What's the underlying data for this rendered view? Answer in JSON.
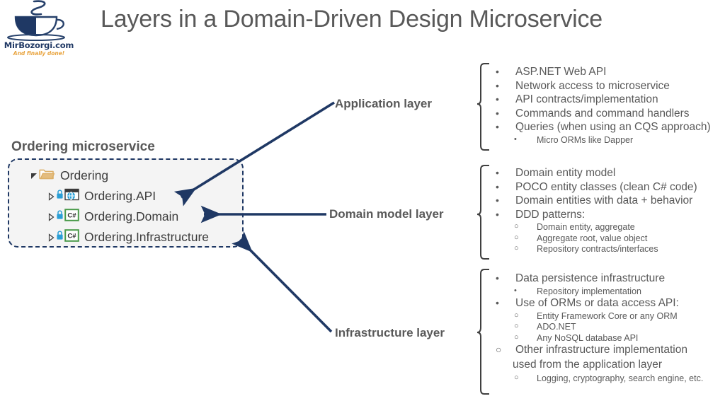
{
  "logo": {
    "icon": "coffee-cup-icon",
    "brand": "MirBozorgi.com",
    "tagline": "And finally done!"
  },
  "title": "Layers in a Domain-Driven Design Microservice",
  "explorer": {
    "heading": "Ordering microservice",
    "root": {
      "twisty": "expanded-triangle-icon",
      "icon": "folder-icon",
      "label": "Ordering"
    },
    "children": [
      {
        "twisty": "collapsed-triangle-icon",
        "lock": "lock-icon",
        "icon": "web-api-project-icon",
        "label": "Ordering.API"
      },
      {
        "twisty": "collapsed-triangle-icon",
        "lock": "lock-icon",
        "icon": "csharp-project-icon",
        "label": "Ordering.Domain"
      },
      {
        "twisty": "collapsed-triangle-icon",
        "lock": "lock-icon",
        "icon": "csharp-project-icon",
        "label": "Ordering.Infrastructure"
      }
    ]
  },
  "layers": [
    {
      "key": "application",
      "label": "Application layer"
    },
    {
      "key": "domain",
      "label": "Domain model layer"
    },
    {
      "key": "infrastructure",
      "label": "Infrastructure layer"
    }
  ],
  "blocks": {
    "application": {
      "items": [
        {
          "level": 1,
          "marker": "•",
          "text": "ASP.NET Web API"
        },
        {
          "level": 1,
          "marker": "•",
          "text": "Network access to microservice"
        },
        {
          "level": 1,
          "marker": "•",
          "text": "API contracts/implementation"
        },
        {
          "level": 1,
          "marker": "•",
          "text": "Commands and command handlers"
        },
        {
          "level": 1,
          "marker": "•",
          "text": "Queries (when using an CQS approach)"
        },
        {
          "level": 2,
          "marker": "•",
          "text": "Micro ORMs like Dapper"
        }
      ]
    },
    "domain": {
      "items": [
        {
          "level": 1,
          "marker": "•",
          "text": "Domain entity model"
        },
        {
          "level": 1,
          "marker": "•",
          "text": "POCO entity classes (clean C# code)"
        },
        {
          "level": 1,
          "marker": "•",
          "text": "Domain entities with data + behavior"
        },
        {
          "level": 1,
          "marker": "•",
          "text": "DDD patterns:"
        },
        {
          "level": 2,
          "marker": "○",
          "text": "Domain entity, aggregate"
        },
        {
          "level": 2,
          "marker": "○",
          "text": "Aggregate root, value object"
        },
        {
          "level": 2,
          "marker": "○",
          "text": "Repository contracts/interfaces"
        }
      ]
    },
    "infrastructure": {
      "items": [
        {
          "level": 1,
          "marker": "•",
          "text": "Data persistence infrastructure"
        },
        {
          "level": 2,
          "marker": "•",
          "text": "Repository implementation"
        },
        {
          "level": 1,
          "marker": "•",
          "text": "Use of ORMs or data access API:"
        },
        {
          "level": 2,
          "marker": "○",
          "text": "Entity Framework Core or any ORM"
        },
        {
          "level": 2,
          "marker": "○",
          "text": "ADO.NET"
        },
        {
          "level": 2,
          "marker": "○",
          "text": "Any NoSQL database API"
        },
        {
          "level": 1,
          "marker": "○",
          "text": "Other infrastructure implementation"
        },
        {
          "level": 0,
          "marker": "",
          "text": "used from the application layer"
        },
        {
          "level": 2,
          "marker": "○",
          "text": "Logging, cryptography, search engine, etc."
        }
      ]
    }
  },
  "colors": {
    "arrow": "#1f3864",
    "dashed_border": "#1f3864",
    "panel_background": "#f4f4f4",
    "brace": "#3f3f3f",
    "text": "#595959",
    "tree_text": "#3d3d3d",
    "folder": "#dcb069",
    "csharp_green": "#4a9a4a",
    "lock_blue": "#2a9fd6",
    "logo_navy": "#1f3864",
    "logo_orange": "#e8a33d"
  }
}
